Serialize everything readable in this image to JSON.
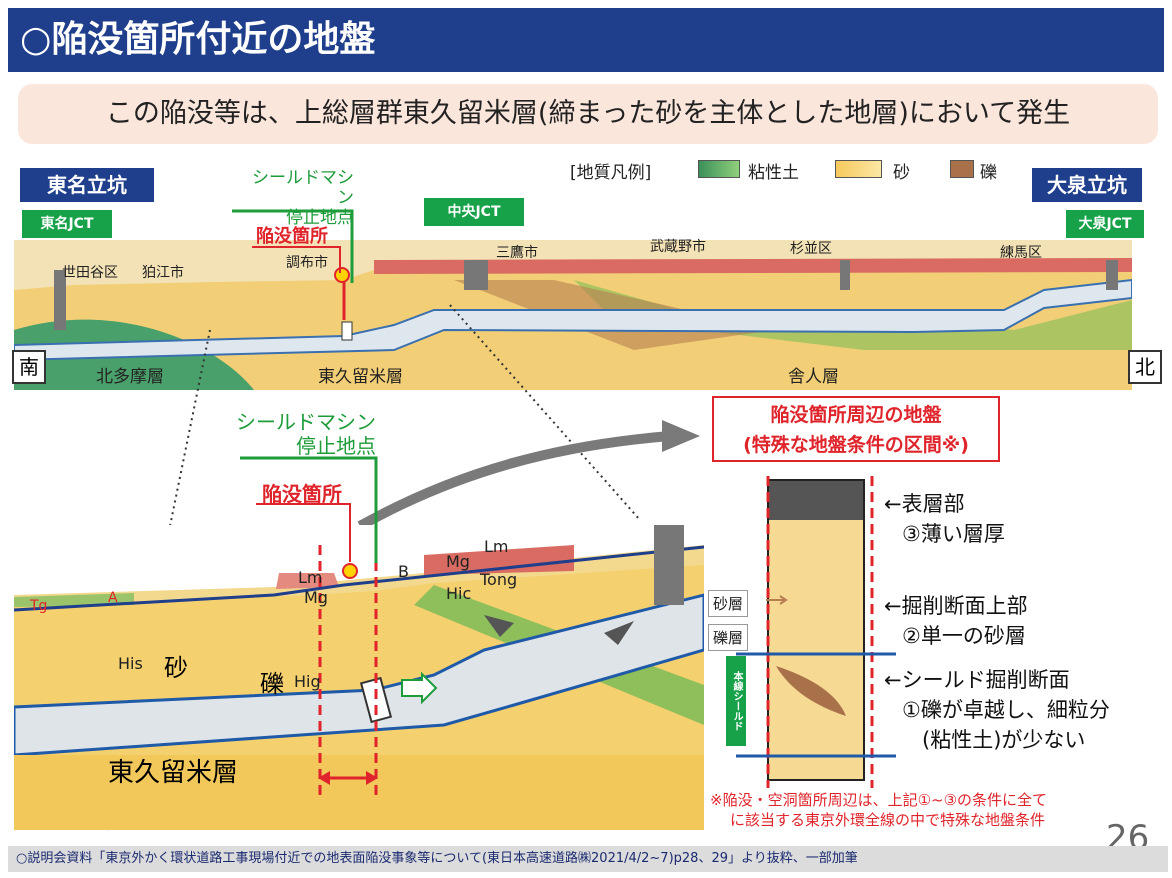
{
  "header": {
    "title": "○陥没箇所付近の地盤"
  },
  "subtitle": "この陥没等は、上総層群東久留米層(締まった砂を主体とした地層)において発生",
  "legend": {
    "title": "[地質凡例]",
    "items": [
      "粘性土",
      "砂",
      "礫"
    ],
    "colors": [
      "#5fae6e",
      "#f4d47a",
      "#a9714a"
    ]
  },
  "top_profile": {
    "left_shaft": "東名立坑",
    "left_jct": "東名JCT",
    "right_shaft": "大泉立坑",
    "right_jct": "大泉JCT",
    "center_jct": "中央JCT",
    "south": "南",
    "north": "北",
    "machine_stop": [
      "シールドマシン",
      "停止地点"
    ],
    "collapse": "陥没箇所",
    "places": [
      "世田谷区",
      "狛江市",
      "調布市",
      "三鷹市",
      "武蔵野市",
      "杉並区",
      "練馬区"
    ],
    "layers": [
      "北多摩層",
      "東久留米層",
      "舎人層"
    ]
  },
  "bottom_section": {
    "machine_stop": [
      "シールドマシン",
      "停止地点"
    ],
    "collapse": "陥没箇所",
    "layer_codes": [
      "Tg",
      "A",
      "Lm",
      "Mg",
      "B",
      "Lm",
      "Mg",
      "Hic",
      "Tong",
      "His",
      "Hig"
    ],
    "sand": "砂",
    "gravel": "礫",
    "layer_name": "東久留米層"
  },
  "detail": {
    "title": [
      "陥没箇所周辺の地盤",
      "(特殊な地盤条件の区間※)"
    ],
    "sand_layer": "砂層",
    "gravel_layer": "礫層",
    "tunnel_tag": "本線シールド",
    "annotations": [
      {
        "arrow": "←表層部",
        "note": "③薄い層厚"
      },
      {
        "arrow": "←掘削断面上部",
        "note": "②単一の砂層"
      },
      {
        "arrow": "←シールド掘削断面",
        "note": "①礫が卓越し、細粒分",
        "note2": "(粘性土)が少ない"
      }
    ],
    "footnote": [
      "※陥没・空洞箇所周辺は、上記①~③の条件に全て",
      "に該当する東京外環全線の中で特殊な地盤条件"
    ]
  },
  "page_number": "26",
  "footer": "○説明会資料「東京外かく環状道路工事現場付近での地表面陥没事象等について(東日本高速道路㈱2021/4/2~7)p28、29」より抜粋、一部加筆"
}
